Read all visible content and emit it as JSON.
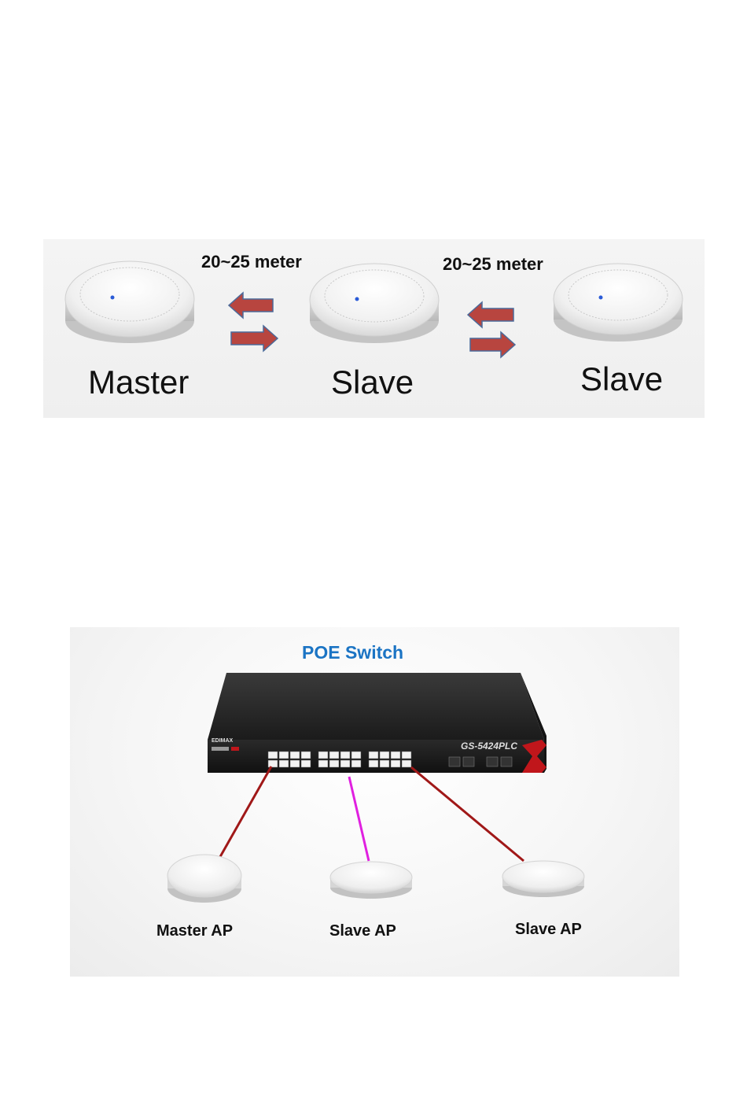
{
  "mesh_diagram": {
    "nodes": [
      {
        "label": "Master"
      },
      {
        "label": "Slave"
      },
      {
        "label": "Slave"
      }
    ],
    "links": [
      {
        "distance": "20~25 meter"
      },
      {
        "distance": "20~25 meter"
      }
    ],
    "colors": {
      "arrow": "#b8453f",
      "arrow_outline": "#4a6a9a"
    }
  },
  "poe_diagram": {
    "switch_title": "POE Switch",
    "switch_model": "GS-5424PLC",
    "switch_brand": "EDIMAX",
    "aps": [
      {
        "label": "Master AP"
      },
      {
        "label": "Slave AP"
      },
      {
        "label": "Slave AP"
      }
    ],
    "colors": {
      "title": "#1b74c4",
      "cable_red": "#a01818",
      "cable_magenta": "#e020e0",
      "switch_accent": "#c0161b"
    }
  }
}
